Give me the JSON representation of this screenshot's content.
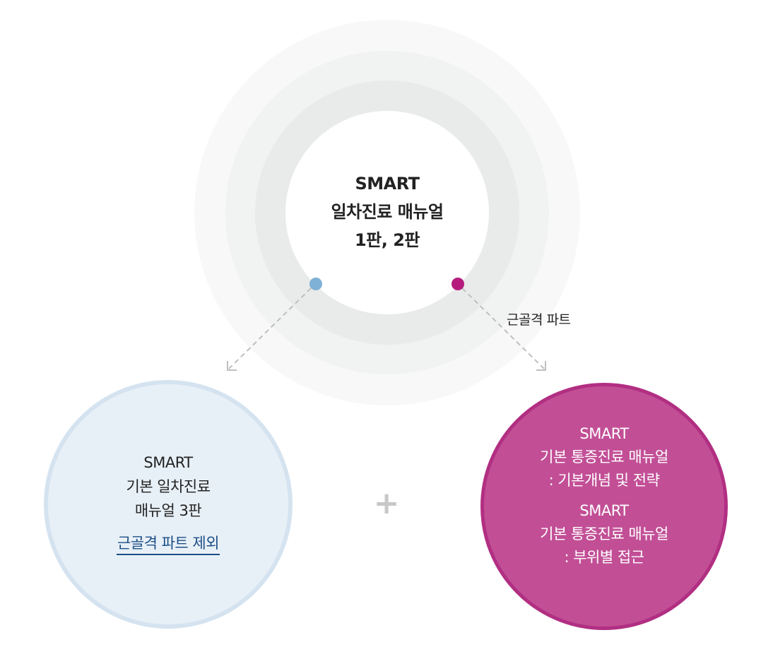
{
  "center": {
    "line1": "SMART",
    "line2": "일차진료 매뉴얼",
    "line3": "1판, 2판"
  },
  "branch_label": "근골격 파트",
  "left": {
    "line1": "SMART",
    "line2": "기본 일차진료",
    "line3": "매뉴얼 3판",
    "note": "근골격 파트 제외"
  },
  "plus": "+",
  "right": {
    "block1": {
      "line1": "SMART",
      "line2": "기본 통증진료 매뉴얼",
      "line3": ": 기본개념 및 전략"
    },
    "block2": {
      "line1": "SMART",
      "line2": "기본 통증진료 매뉴얼",
      "line3": ": 부위별 접근"
    }
  },
  "colors": {
    "left_dot": "#7fb0d6",
    "right_dot": "#b51c7d",
    "right_circle_fill": "#c24f96",
    "left_circle_fill": "#e8f0f7",
    "note_text": "#1c4f87",
    "connector": "#bfbfbf"
  }
}
